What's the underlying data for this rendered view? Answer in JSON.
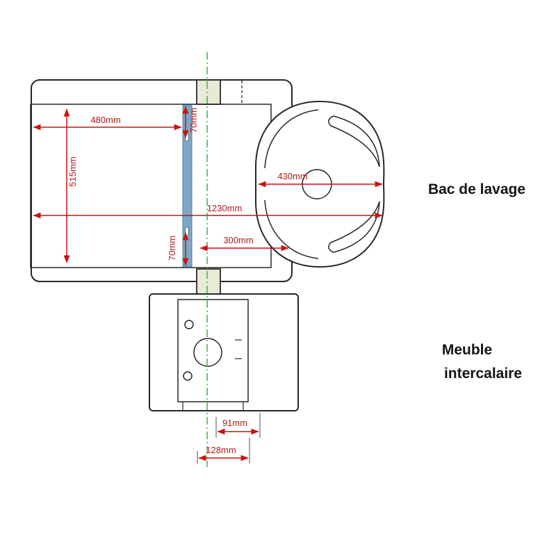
{
  "diagram": {
    "annotations": {
      "basin_label": "Bac de lavage",
      "cabinet_label_line1": "Meuble",
      "cabinet_label_line2": "intercalaire"
    },
    "dimensions": {
      "basin_width": "480mm",
      "basin_depth": "515mm",
      "strip_top": "70mm",
      "strip_bottom": "70mm",
      "bowl_width": "430mm",
      "total_width": "1230mm",
      "right_offset": "300mm",
      "foot_offset": "91mm",
      "foot_spacing": "128mm"
    },
    "colors": {
      "dimension_red": "#cc1111",
      "dimension_text_red": "#b31919",
      "centerline_green": "#3cb043",
      "strip_blue": "#7da7c4",
      "connector_beige": "#e9e9d8",
      "outline_black": "#262626"
    }
  }
}
